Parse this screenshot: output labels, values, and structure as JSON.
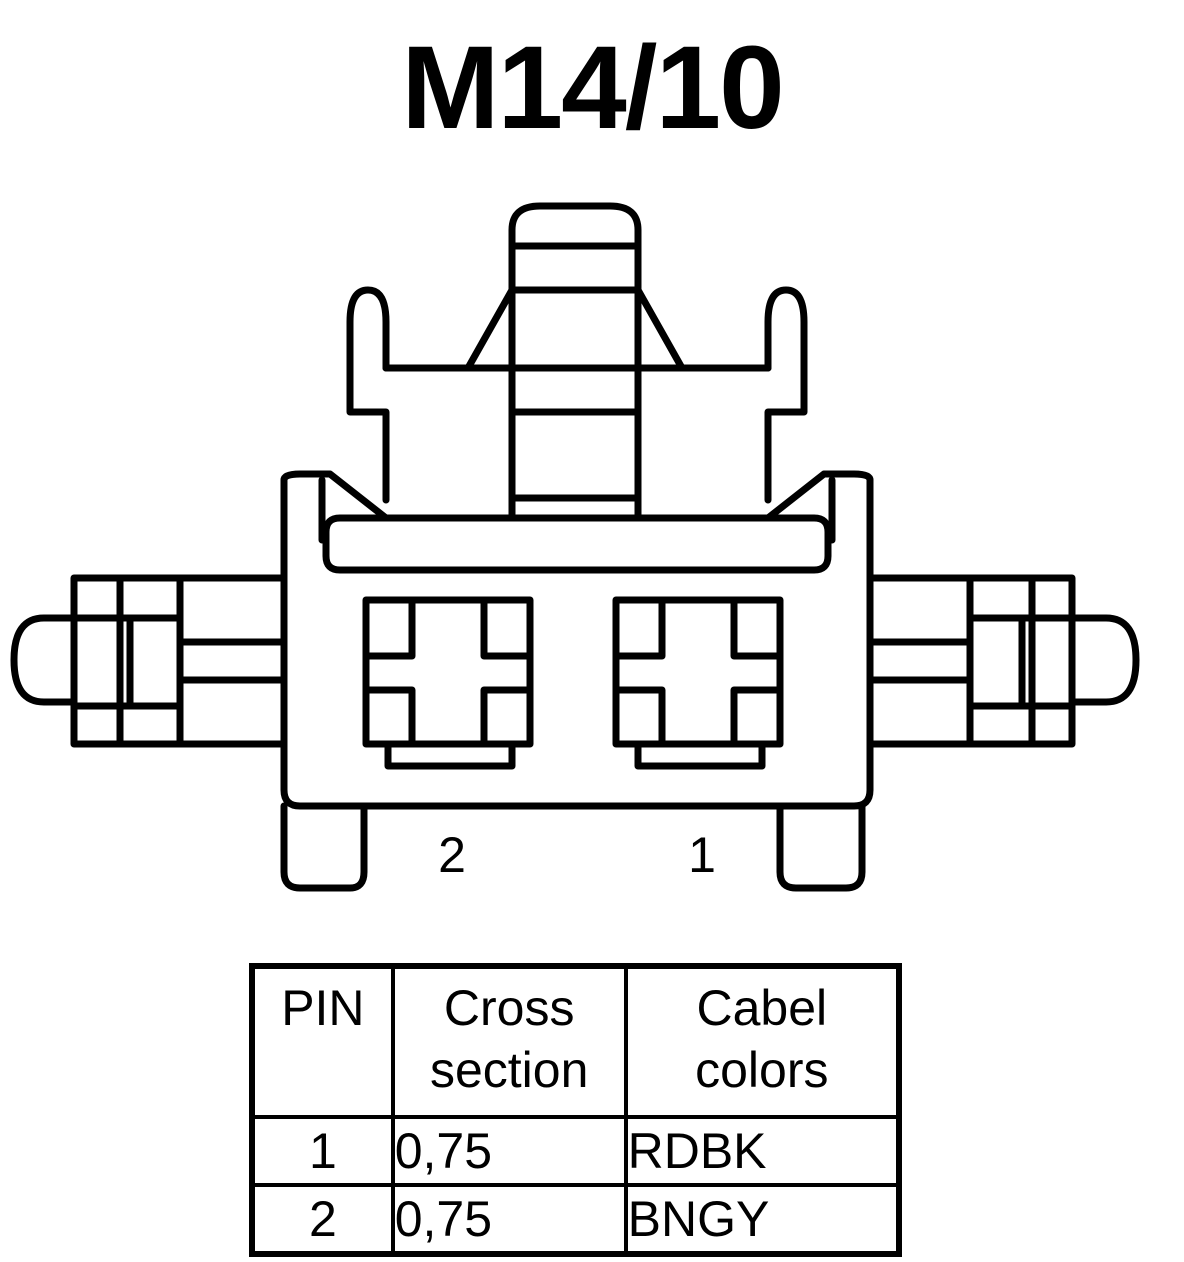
{
  "title": "M14/10",
  "pin_labels": {
    "left": "2",
    "right": "1"
  },
  "table": {
    "headers": {
      "pin_line1": "PIN",
      "cross_line1": "Cross",
      "cross_line2": "section",
      "color_line1": "Cabel",
      "color_line2": "colors"
    },
    "rows": [
      {
        "pin": "1",
        "cross_section": "0,75",
        "color": "RDBK"
      },
      {
        "pin": "2",
        "cross_section": "0,75",
        "color": "BNGY"
      }
    ]
  },
  "colors": {
    "line": "#000000",
    "background": "#ffffff"
  }
}
